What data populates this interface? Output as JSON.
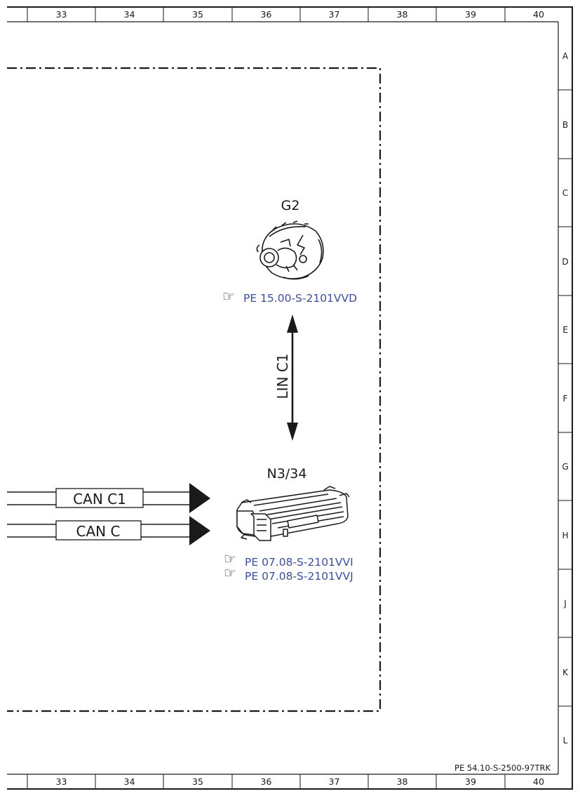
{
  "grid": {
    "columns": [
      "33",
      "34",
      "35",
      "36",
      "37",
      "38",
      "39",
      "40"
    ],
    "rows": [
      "A",
      "B",
      "C",
      "D",
      "E",
      "F",
      "G",
      "H",
      "J",
      "K",
      "L"
    ]
  },
  "components": {
    "alternator": {
      "label": "G2",
      "reference": "PE 15.00-S-2101VVD",
      "icon": "alternator-icon"
    },
    "control_unit": {
      "label": "N3/34",
      "references": [
        "PE 07.08-S-2101VVI",
        "PE 07.08-S-2101VVJ"
      ],
      "icon": "control-unit-icon"
    }
  },
  "connections": {
    "lin": {
      "label": "LIN C1"
    },
    "buses": [
      {
        "label": "CAN C1"
      },
      {
        "label": "CAN C"
      }
    ]
  },
  "document_id": "PE 54.10-S-2500-97TRK",
  "colors": {
    "link": "#3d4f9a",
    "line": "#1a1a1a"
  }
}
